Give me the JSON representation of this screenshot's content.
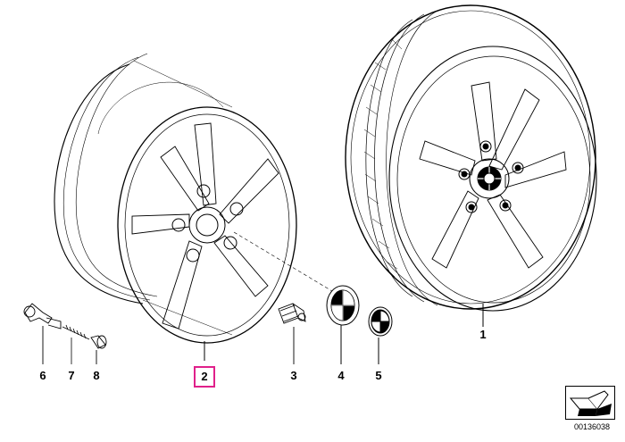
{
  "diagram": {
    "part_labels": {
      "tire_wheel": "1",
      "rim": "2",
      "bolt": "3",
      "hub_cap": "4",
      "emblem": "5",
      "valve": "6",
      "valve_core": "7",
      "valve_cap": "8"
    },
    "highlighted_part": "2",
    "highlight_color": "#e0208a",
    "diagram_id": "00136038",
    "nav_icon": "arrow-icon"
  }
}
